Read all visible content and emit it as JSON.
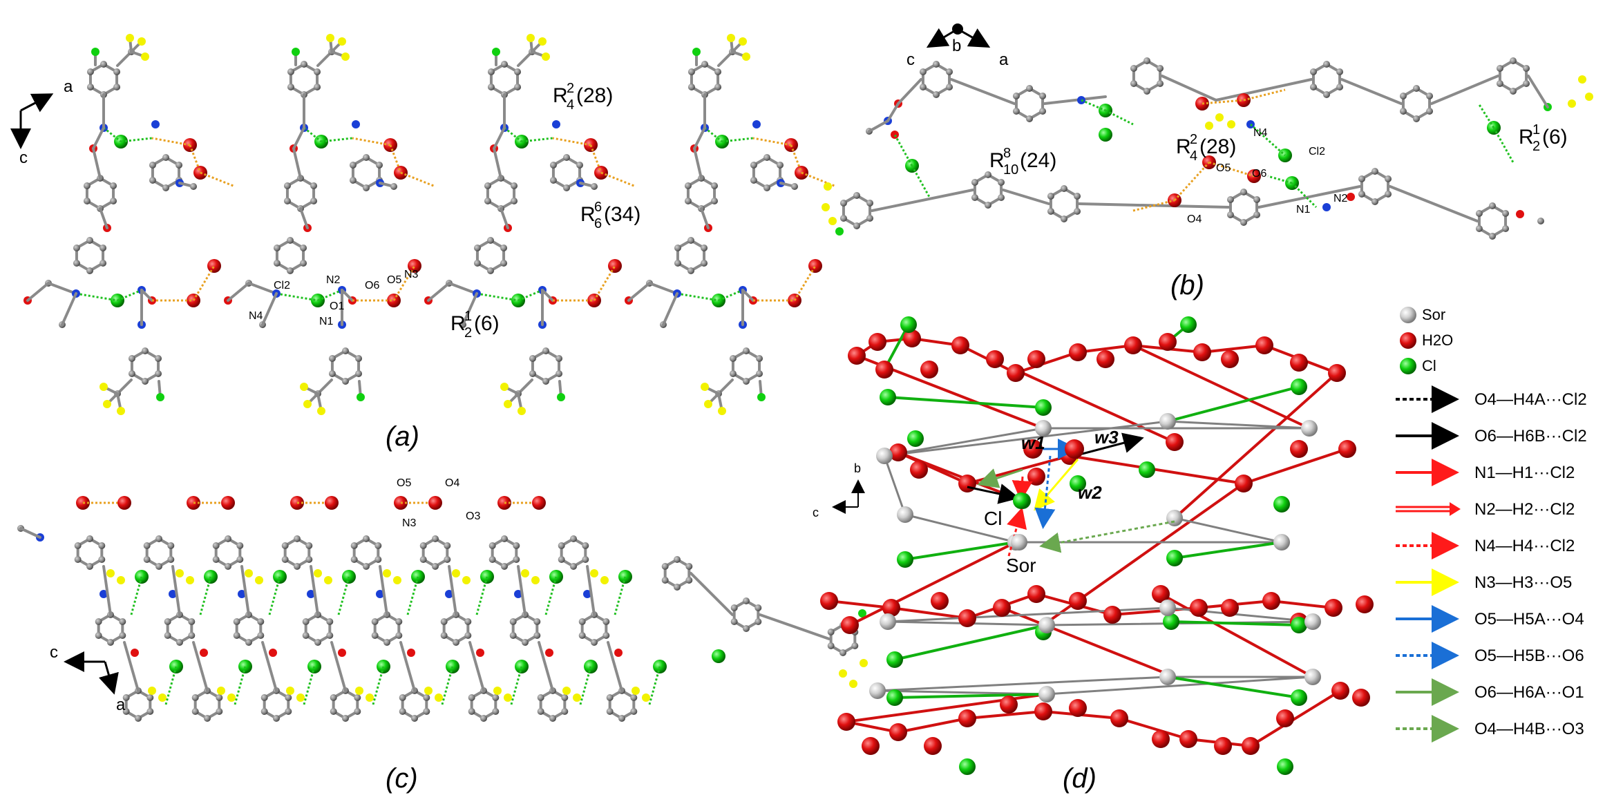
{
  "panels": {
    "a": {
      "caption": "(a)",
      "axis_x": "a",
      "axis_y": "c",
      "ring_labels": [
        {
          "base": "R",
          "sup": "2",
          "sub": "4",
          "tail": "(28)"
        },
        {
          "base": "R",
          "sup": "6",
          "sub": "6",
          "tail": "(34)"
        },
        {
          "base": "R",
          "sup": "1",
          "sub": "2",
          "tail": "(6)"
        }
      ],
      "atom_labels": [
        "Cl2",
        "N2",
        "O6",
        "O5",
        "N3",
        "O1",
        "N4",
        "N1"
      ]
    },
    "b": {
      "caption": "(b)",
      "axis_labels": [
        "c",
        "b",
        "a"
      ],
      "ring_labels": [
        {
          "base": "R",
          "sup": "8",
          "sub": "10",
          "tail": "(24)"
        },
        {
          "base": "R",
          "sup": "2",
          "sub": "4",
          "tail": "(28)"
        },
        {
          "base": "R",
          "sup": "1",
          "sub": "2",
          "tail": "(6)"
        }
      ],
      "atom_labels": [
        "N4",
        "Cl2",
        "O5",
        "O6",
        "N2",
        "N1",
        "O4"
      ]
    },
    "c": {
      "caption": "(c)",
      "axis_x": "c",
      "axis_y": "a",
      "atom_labels": [
        "O5",
        "O4",
        "O3",
        "N3"
      ]
    },
    "d": {
      "caption": "(d)",
      "axis_x": "c",
      "axis_y": "b",
      "node_labels": [
        "w1",
        "w3",
        "w2",
        "Cl",
        "Sor"
      ]
    }
  },
  "legend": {
    "species": [
      {
        "label": "Sor",
        "color": "#c8c8c8"
      },
      {
        "label": "H2O",
        "color": "#e01010"
      },
      {
        "label": "Cl",
        "color": "#10d010"
      }
    ],
    "bonds": [
      {
        "label": "O4—H4A···Cl2",
        "color": "#000000",
        "style": "dotted"
      },
      {
        "label": "O6—H6B···Cl2",
        "color": "#000000",
        "style": "solid"
      },
      {
        "label": "N1—H1···Cl2",
        "color": "#ff1a1a",
        "style": "solid"
      },
      {
        "label": "N2—H2···Cl2",
        "color": "#ff1a1a",
        "style": "double"
      },
      {
        "label": "N4—H4···Cl2",
        "color": "#ff1a1a",
        "style": "dotted"
      },
      {
        "label": "N3—H3···O5",
        "color": "#ffff00",
        "style": "solid"
      },
      {
        "label": "O5—H5A···O4",
        "color": "#1a6fd6",
        "style": "solid"
      },
      {
        "label": "O5—H5B···O6",
        "color": "#1a6fd6",
        "style": "dotted"
      },
      {
        "label": "O6—H6A···O1",
        "color": "#6aa84f",
        "style": "solid"
      },
      {
        "label": "O4—H4B···O3",
        "color": "#6aa84f",
        "style": "dotted"
      }
    ]
  },
  "colors": {
    "carbon": "#8a8a8a",
    "nitrogen": "#1a3fd6",
    "oxygen": "#e01010",
    "chlorine": "#10d010",
    "fluorine": "#f2f200",
    "hbond_orange": "#e8a020",
    "hbond_green": "#20c020",
    "bond_gray": "#8a8a8a",
    "net_red": "#d01010",
    "net_green": "#10b010",
    "net_gray": "#808080"
  }
}
